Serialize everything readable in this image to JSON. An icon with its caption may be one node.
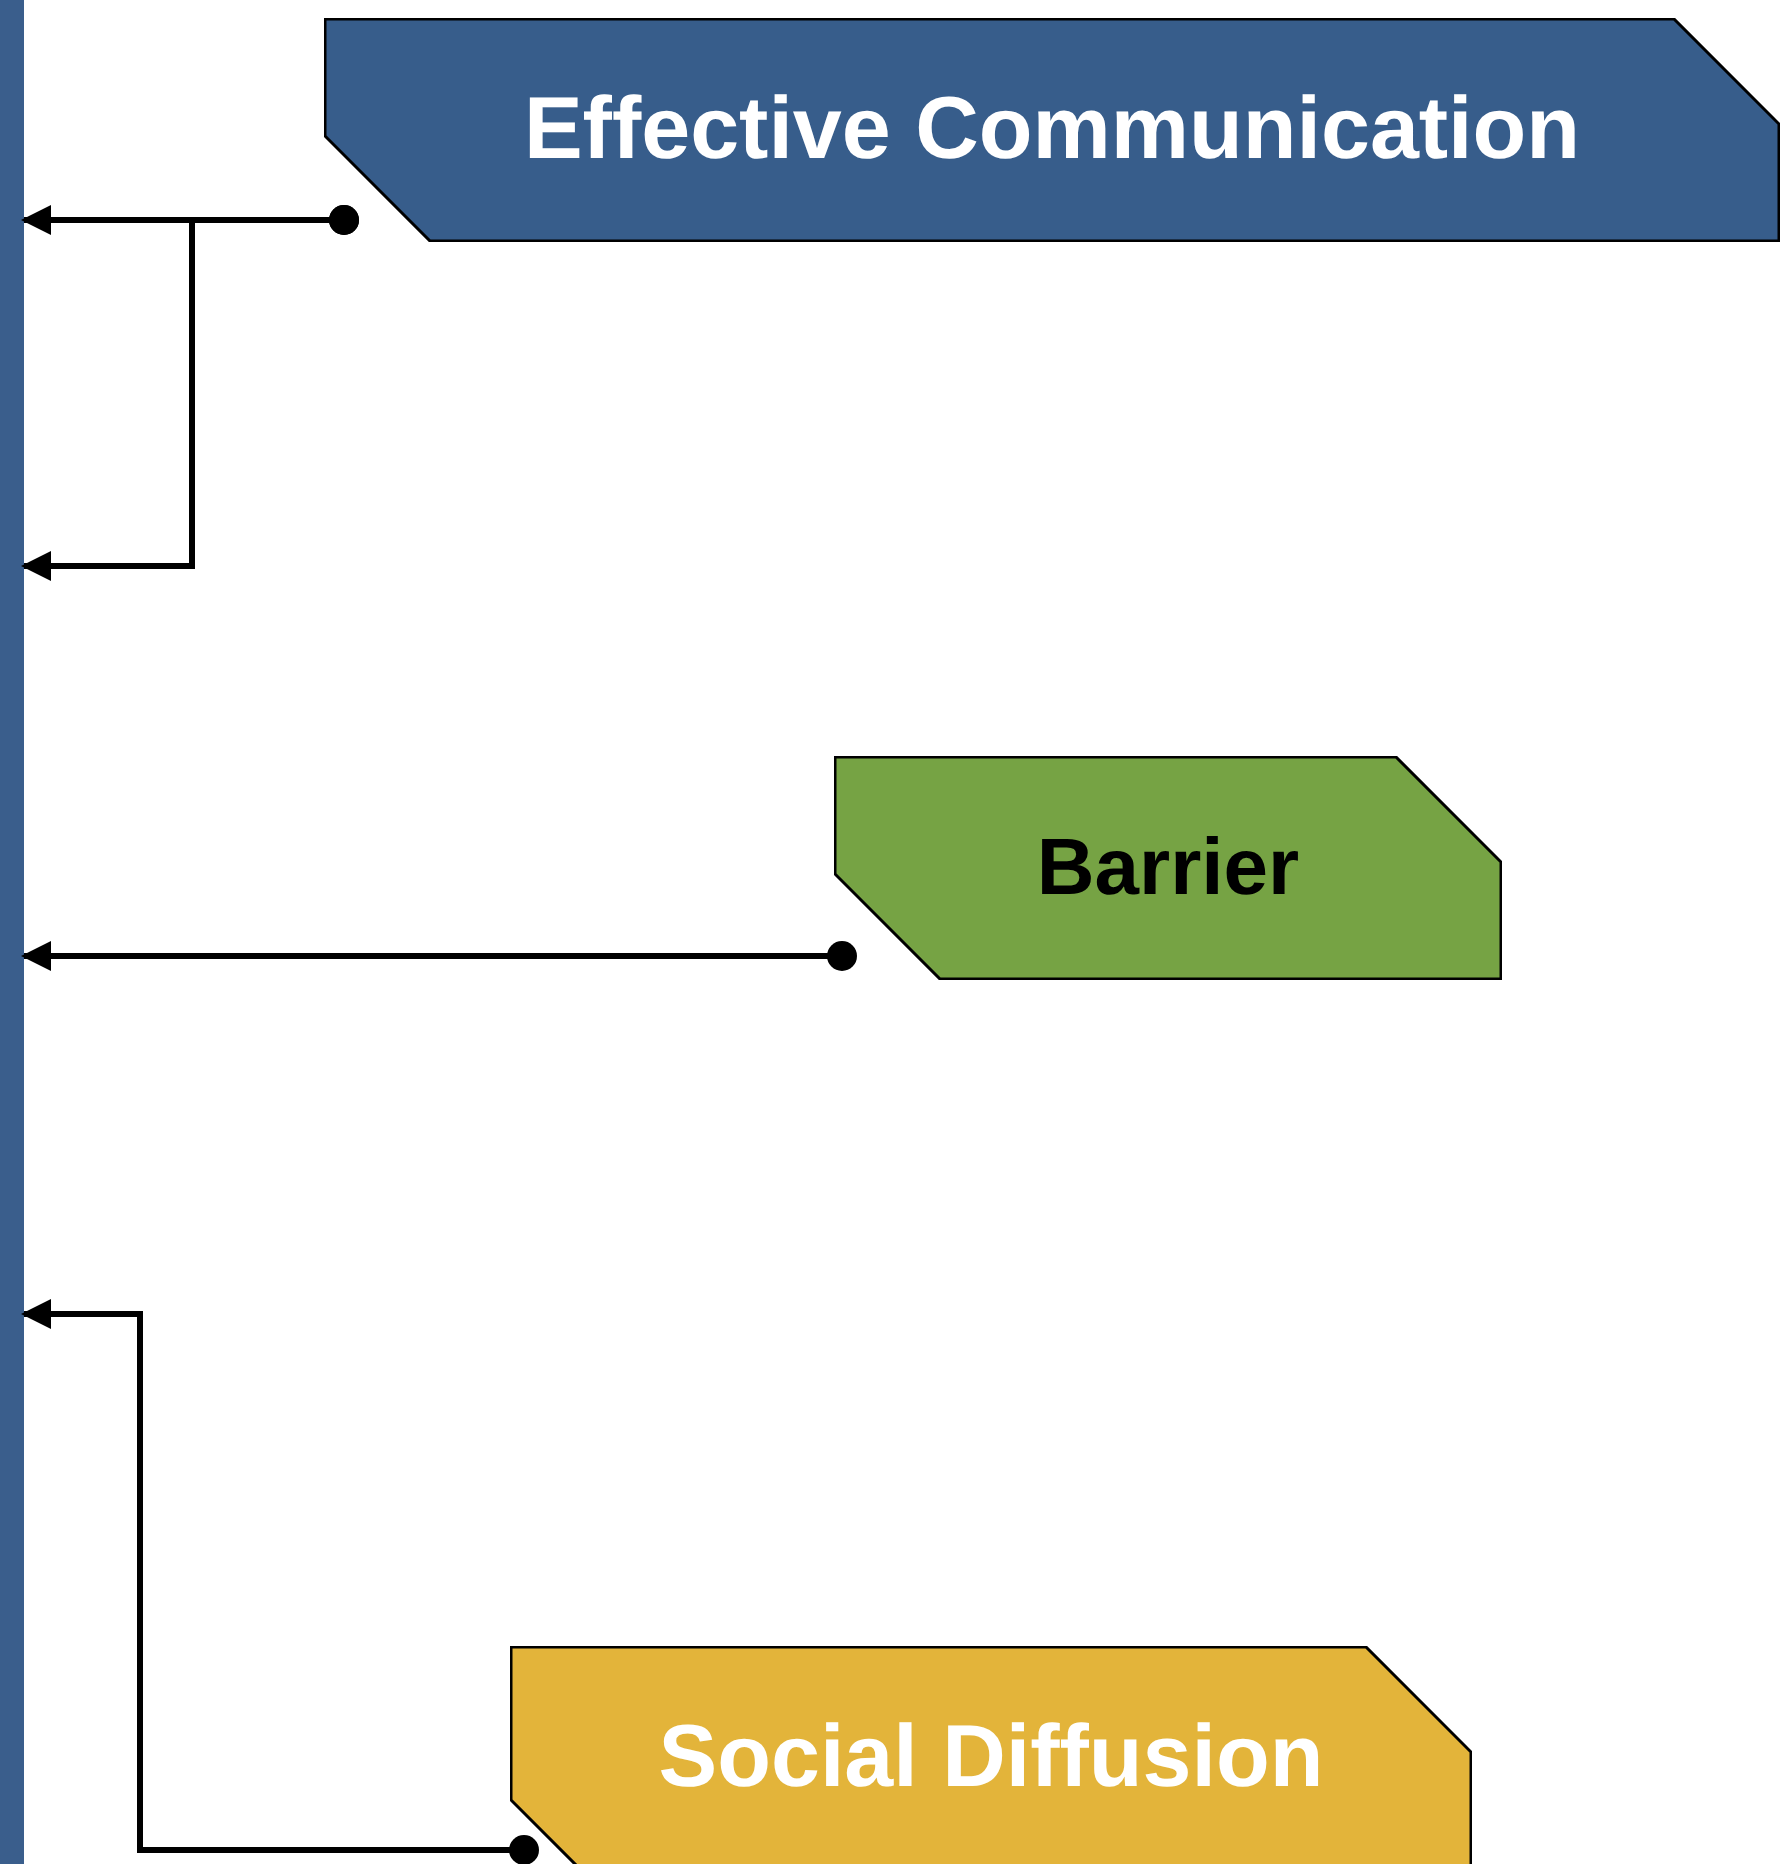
{
  "diagram": {
    "nodes": [
      {
        "text": [],
        "shape": "bar"
      },
      {
        "text": [
          "Effective Communication"
        ]
      },
      {
        "text": [
          "Barrier"
        ]
      },
      {
        "text": [
          "Social Diffusion"
        ]
      }
    ],
    "edges": [
      {
        "from": 1,
        "to": 0,
        "arrow": "to"
      },
      {
        "from": 1,
        "to": 0,
        "arrow": "to"
      },
      {
        "from": 2,
        "to": 0,
        "arrow": "to"
      },
      {
        "from": 3,
        "to": 0,
        "arrow": "to"
      }
    ]
  }
}
